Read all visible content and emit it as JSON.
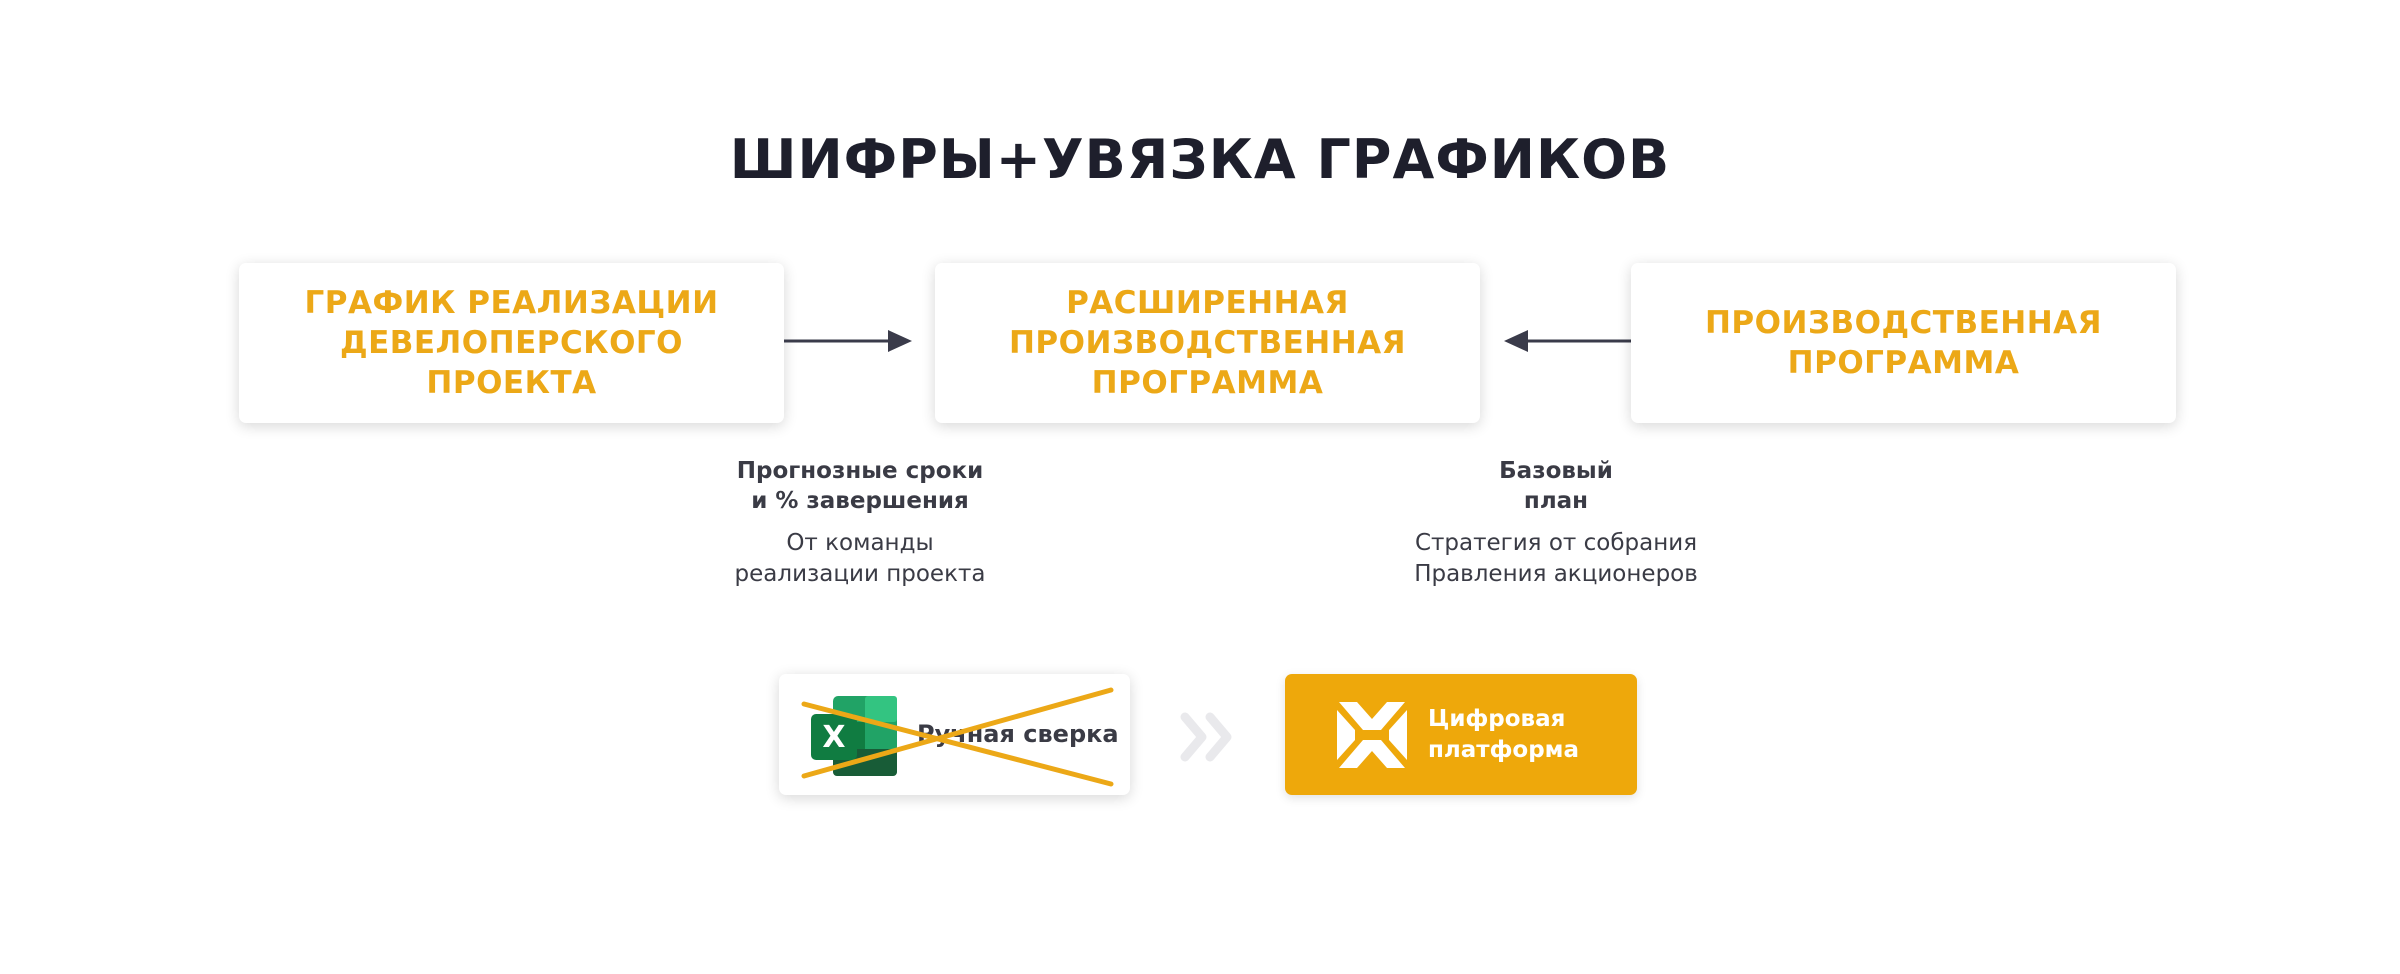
{
  "title": "ШИФРЫ+УВЯЗКА ГРАФИКОВ",
  "boxes": {
    "left": "ГРАФИК РЕАЛИЗАЦИИ\nДЕВЕЛОПЕРСКОГО\nПРОЕКТА",
    "center": "РАСШИРЕННАЯ\nПРОИЗВОДСТВЕННАЯ\nПРОГРАММА",
    "right": "ПРОИЗВОДСТВЕННАЯ\nПРОГРАММА"
  },
  "labels": {
    "left": {
      "bold": "Прогнозные сроки\nи % завершения",
      "normal": "От команды\nреализации проекта"
    },
    "right": {
      "bold": "Базовый\nплан",
      "normal": "Стратегия от собрания\nПравления акционеров"
    }
  },
  "manual": {
    "text": "Ручная сверка",
    "icon": "excel-icon",
    "excel_letter": "X"
  },
  "platform": {
    "text": "Цифровая\nплатформа",
    "icon": "platform-logo-icon"
  },
  "colors": {
    "accent": "#eca817",
    "platform_bg": "#eea80b",
    "title": "#1e1f2c",
    "arrow": "#3a3b4a",
    "chevron": "#e9e9ec",
    "excel_dark": "#185c37",
    "excel_mid": "#21a366",
    "excel_light": "#33c481"
  }
}
